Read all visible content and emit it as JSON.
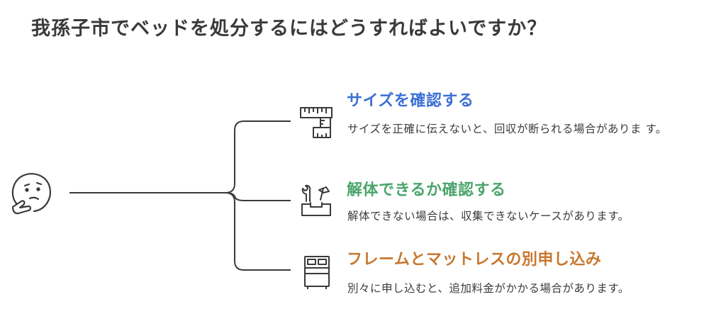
{
  "title": "我孫子市でベッドを処分するにはどうすればよいですか？",
  "items": [
    {
      "title": "サイズを確認する",
      "description": "サイズを正確に伝えないと、回収が断られる場合がありま す。",
      "color": "#3b6fd4",
      "icon": "ruler-icon"
    },
    {
      "title": "解体できるか確認する",
      "description": "解体できない場合は、収集できないケースがあります。",
      "color": "#4aa56b",
      "icon": "toolbox-icon"
    },
    {
      "title": "フレームとマットレスの別申し込み",
      "description": "別々に申し込むと、追加料金がかかる場合があります。",
      "color": "#c8772f",
      "icon": "bed-icon"
    }
  ],
  "root_icon": "thinking-face-icon"
}
